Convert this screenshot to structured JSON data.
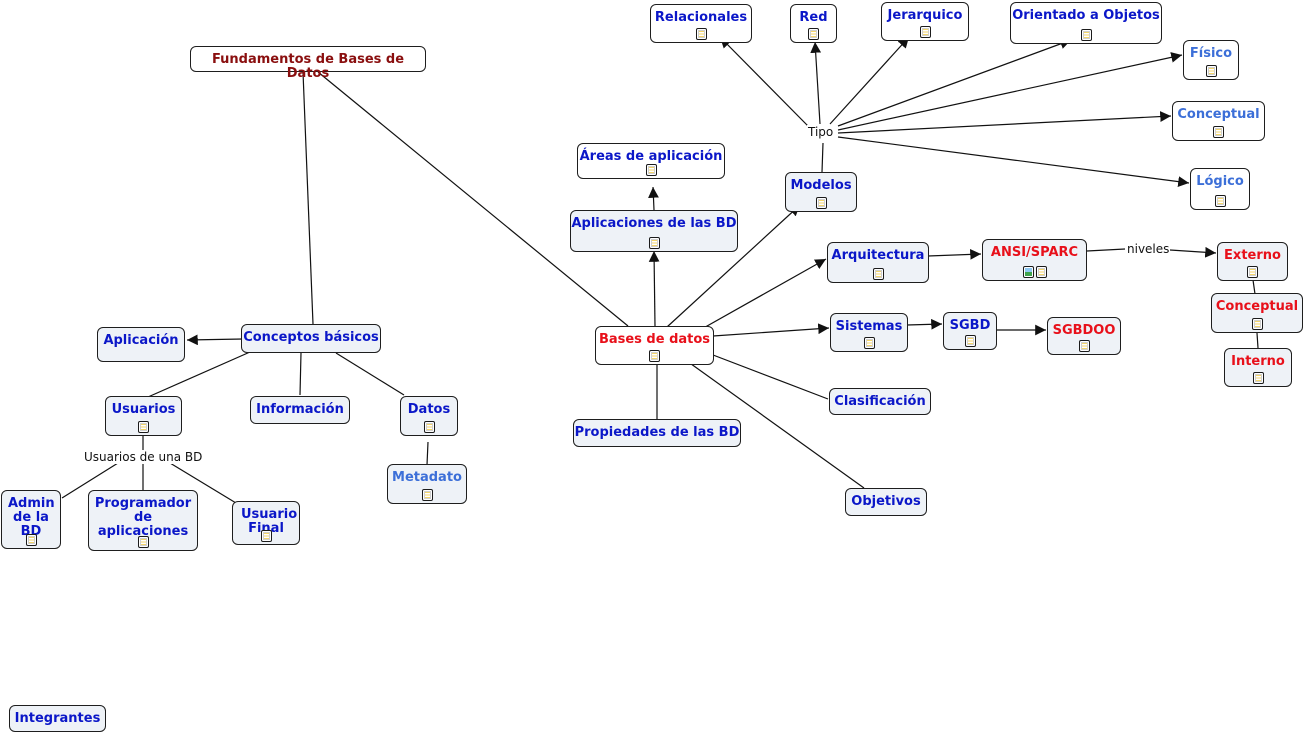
{
  "diagram_title": "Fundamentos de Bases de Datos",
  "nodes": {
    "fundamentos": "Fundamentos de Bases de Datos",
    "relacionales": "Relacionales",
    "red": "Red",
    "jerarquico": "Jerarquico",
    "orientado": "Orientado a Objetos",
    "fisico": "Físico",
    "conceptual_modelo": "Conceptual",
    "logico": "Lógico",
    "areas": "Áreas de aplicación",
    "modelos": "Modelos",
    "aplicaciones": "Aplicaciones de las BD",
    "arquitectura": "Arquitectura",
    "ansi": "ANSI/SPARC",
    "externo": "Externo",
    "conceptual_nivel": "Conceptual",
    "interno": "Interno",
    "aplicacion": "Aplicación",
    "conceptos": "Conceptos básicos",
    "bases": "Bases de datos",
    "sistemas": "Sistemas",
    "sgbd": "SGBD",
    "sgbdoo": "SGBDOO",
    "usuarios": "Usuarios",
    "informacion": "Información",
    "datos": "Datos",
    "propiedades": "Propiedades de las BD",
    "clasificacion": "Clasificación",
    "metadato": "Metadato",
    "objetivos": "Objetivos",
    "admin": "Admin de la BD",
    "programador": "Programador de aplicaciones",
    "usuario_final": "Usuario Final",
    "integrantes": "Integrantes"
  },
  "phrases": {
    "tipo": "Tipo",
    "niveles": "niveles",
    "usuarios_bd": "Usuarios de una BD"
  },
  "colors": {
    "node_text": "#0b17c8",
    "highlight_text": "#e8101a",
    "root_text": "#8a0f0f",
    "light_text": "#3c6fd8",
    "node_fill": "#eef2f7",
    "line": "#111111"
  }
}
